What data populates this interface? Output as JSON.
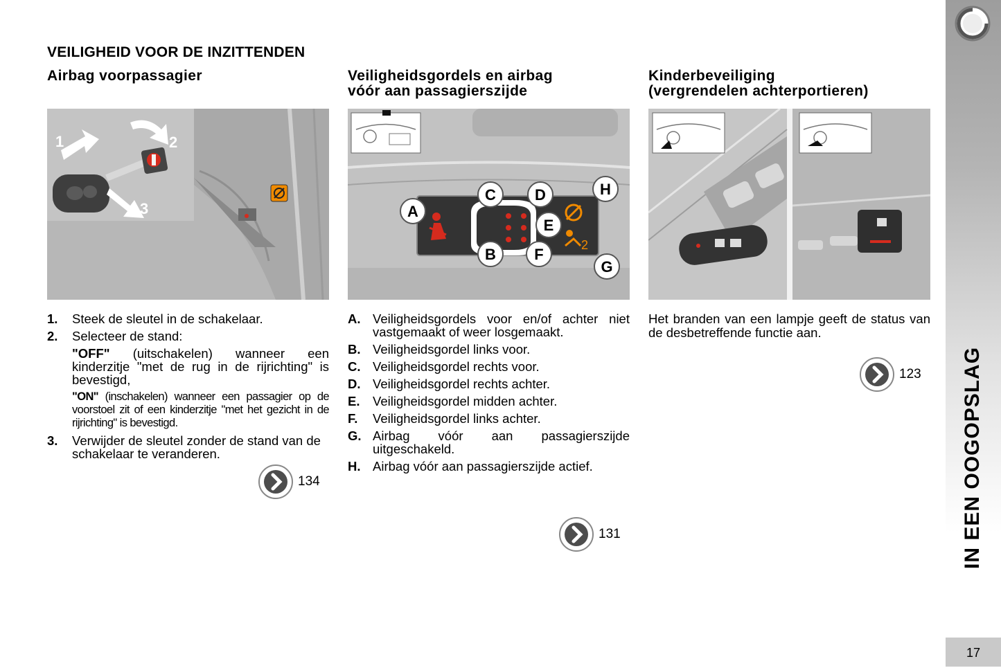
{
  "page": {
    "main_title": "VEILIGHEID VOOR DE INZITTENDEN",
    "section_tab": "IN EEN OOGOPSLAG",
    "page_number": "17"
  },
  "col1": {
    "title": "Airbag voorpassagier",
    "figure_labels": [
      "1",
      "2",
      "3"
    ],
    "items": [
      {
        "key": "1.",
        "text": "Steek de sleutel in de schakelaar."
      },
      {
        "key": "2.",
        "text": "Selecteer de stand:"
      },
      {
        "key": "3.",
        "text": "Verwijder de sleutel zonder de stand van de schakelaar te veranderen."
      }
    ],
    "off_label": "\"OFF\"",
    "off_text": " (uitschakelen) wanneer een kinderzitje \"met de rug in de rijrichting\" is bevestigd,",
    "on_label": "\"ON\"",
    "on_text": " (inschakelen) wanneer een passagier op de voorstoel zit of een kinderzitje \"met het gezicht in de rijrichting\" is bevestigd.",
    "ref": "134"
  },
  "col2": {
    "title_line1": "Veiligheidsgordels en airbag",
    "title_line2": "vóór aan passagierszijde",
    "figure_labels": [
      "A",
      "B",
      "C",
      "D",
      "E",
      "F",
      "G",
      "H"
    ],
    "items": [
      {
        "key": "A.",
        "text": "Veiligheidsgordels voor en/of achter niet vastgemaakt of weer losgemaakt."
      },
      {
        "key": "B.",
        "text": "Veiligheidsgordel links voor."
      },
      {
        "key": "C.",
        "text": "Veiligheidsgordel rechts voor."
      },
      {
        "key": "D.",
        "text": "Veiligheidsgordel rechts achter."
      },
      {
        "key": "E.",
        "text": "Veiligheidsgordel midden achter."
      },
      {
        "key": "F.",
        "text": "Veiligheidsgordel links achter."
      },
      {
        "key": "G.",
        "text": "Airbag vóór aan passagierszijde uitgeschakeld."
      },
      {
        "key": "H.",
        "text": "Airbag vóór aan passagierszijde actief."
      }
    ],
    "ref": "131"
  },
  "col3": {
    "title_line1": "Kinderbeveiliging",
    "title_line2": "(vergrendelen achterportieren)",
    "text": "Het branden van een lampje geeft de status van de desbetreffende functie aan.",
    "ref": "123"
  },
  "colors": {
    "sidebar_gray": "#9d9d9d",
    "photo_gray": "#b9b9b9",
    "warning_red": "#d52b1e",
    "airbag_orange": "#f08a00"
  }
}
